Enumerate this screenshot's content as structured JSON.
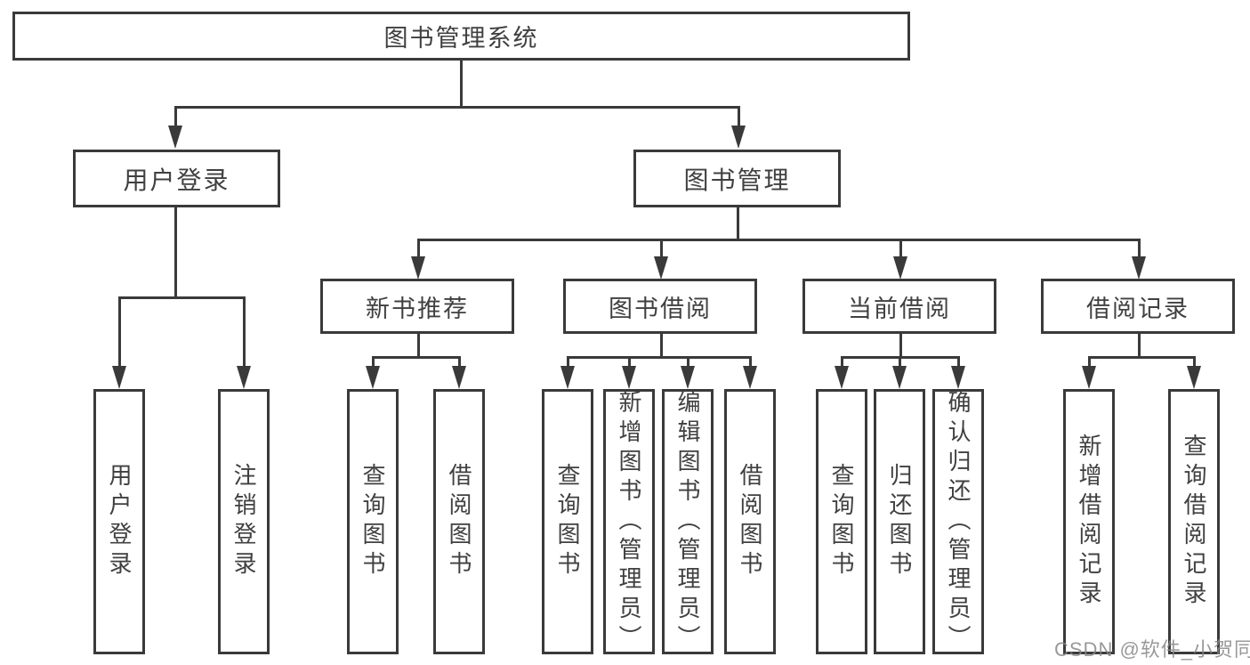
{
  "colors": {
    "line": "#3a3a3a",
    "text": "#404040",
    "background": "#ffffff",
    "watermark": "#878787"
  },
  "diagram": {
    "root_label": "图书管理系统",
    "level1": [
      "用户登录",
      "图书管理"
    ],
    "level2": [
      "新书推荐",
      "图书借阅",
      "当前借阅",
      "借阅记录"
    ],
    "leaves": {
      "user_login": [
        "用户登录",
        "注销登录"
      ],
      "new_books": [
        "查询图书",
        "借阅图书"
      ],
      "book_borrow": [
        "查询图书",
        "新增图书（管理员）",
        "编辑图书（管理员）",
        "借阅图书"
      ],
      "current_borrow": [
        "查询图书",
        "归还图书",
        "确认归还（管理员）"
      ],
      "borrow_records": [
        "新增借阅记录",
        "查询借阅记录"
      ]
    }
  },
  "watermark": {
    "text": "CSDN @软件_小贺同学"
  }
}
